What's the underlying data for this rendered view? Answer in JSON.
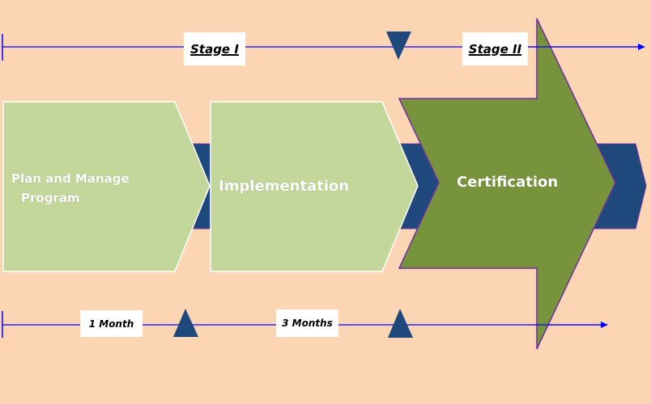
{
  "diagram": {
    "title": "Program timeline",
    "stages": [
      {
        "label": "Stage I"
      },
      {
        "label": "Stage II"
      }
    ],
    "phases": [
      {
        "label_line1": "Plan and Manage",
        "label_line2": "Program"
      },
      {
        "label": "Implementation"
      },
      {
        "label": "Certification"
      }
    ],
    "durations": [
      {
        "label": "1 Month"
      },
      {
        "label": "3 Months"
      }
    ],
    "colors": {
      "background": "#fcd5b5",
      "light_green": "#c4d79b",
      "dark_green": "#77933c",
      "navy": "#1f497d",
      "timeline_blue": "#0000ff",
      "outline_purple": "#7030a0"
    }
  }
}
